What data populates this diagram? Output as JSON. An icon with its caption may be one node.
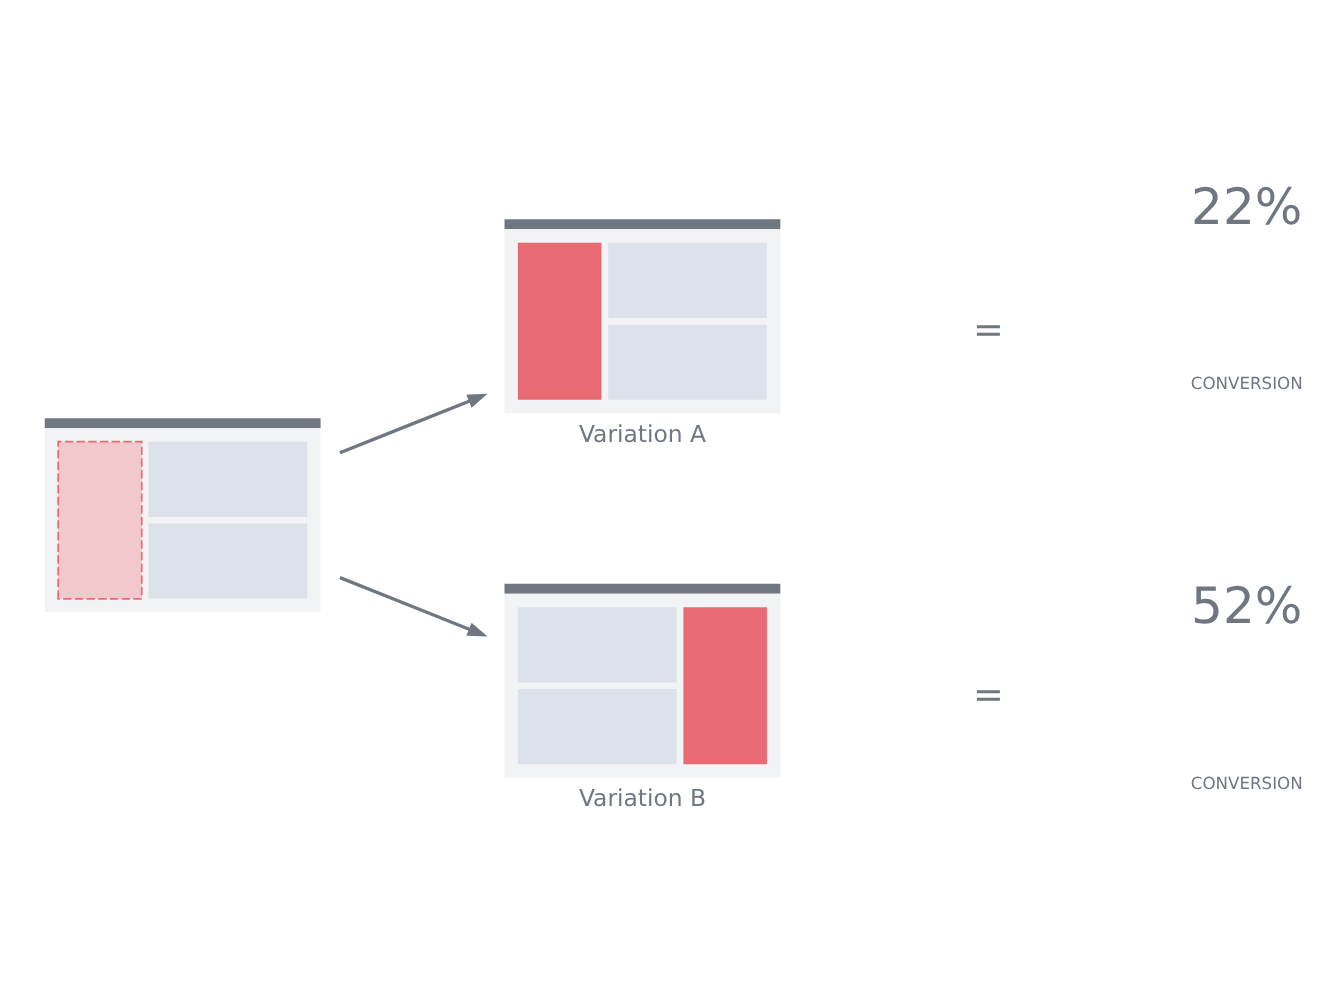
{
  "diagram": {
    "nodes": [
      {
        "text": [],
        "shape": "picture"
      },
      {
        "text": [
          "Variation A"
        ]
      },
      {
        "text": [
          "Variation B"
        ]
      }
    ],
    "edges": [
      {
        "from": 0,
        "to": 1,
        "arrow": "to"
      },
      {
        "from": 0,
        "to": 2,
        "arrow": "to"
      }
    ],
    "labels": [
      "=",
      "22%",
      "CONVERSION",
      "=",
      "52%",
      "CONVERSION"
    ]
  }
}
